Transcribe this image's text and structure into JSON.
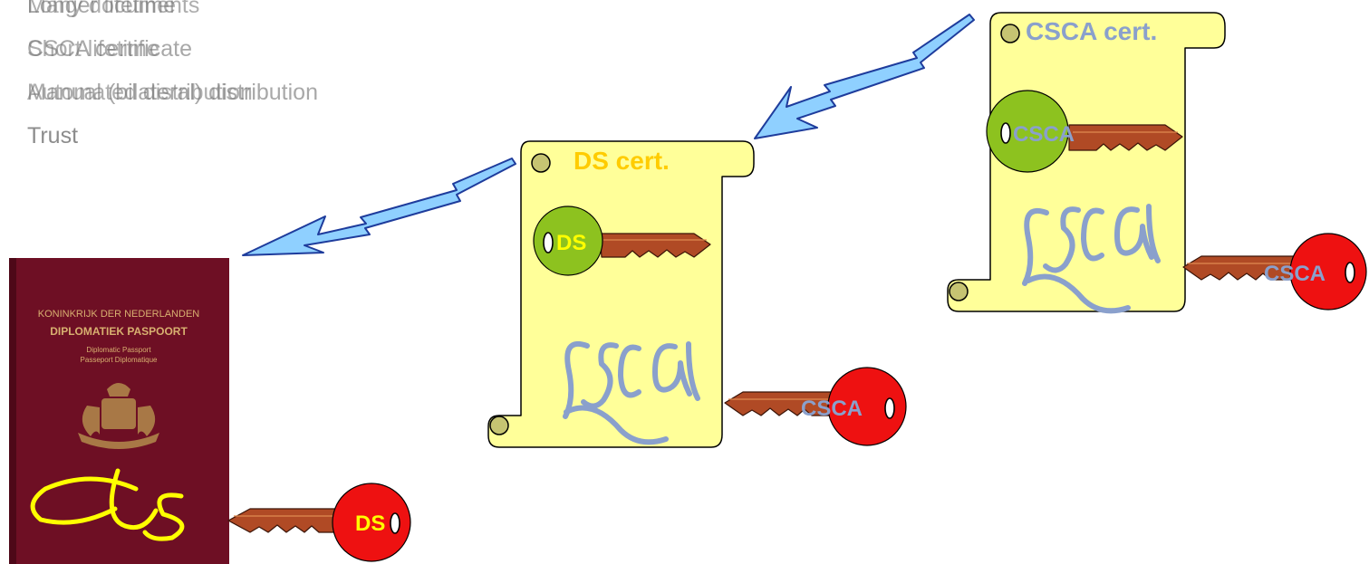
{
  "legend": {
    "line1_a": "Longer lifetime",
    "line1_b": "Many documents",
    "line2_a": "CSCA certificate",
    "line2_b": "Short lifetime",
    "line3_a": "Manual (bilateral) distribution",
    "line3_b": "Automated distribution",
    "line4": "Trust"
  },
  "certificates": {
    "ds_title": "DS cert.",
    "csca_title": "CSCA cert."
  },
  "keys": {
    "ds_public_label": "DS",
    "csca_public_label": "CSCA",
    "csca_signing_label_1": "CSCA",
    "csca_signing_label_2": "CSCA",
    "ds_signing_label": "DS"
  },
  "passport": {
    "line1": "KONINKRIJK DER NEDERLANDEN",
    "line2": "DIPLOMATIEK PASPOORT",
    "line3": "Diplomatic Passport",
    "line4": "Passeport Diplomatique"
  },
  "colors": {
    "paper": "#ffff99",
    "title_yellow": "#ffcc00",
    "signature_blue": "#8aa0cc",
    "arrow_fill": "#8fd0ff",
    "arrow_stroke": "#1e3c9c",
    "key_red": "#ee1111",
    "key_green": "#8dc21f",
    "key_blade": "#b04a25",
    "passport_cover": "#6e0f24",
    "passport_signature": "#ffff00"
  }
}
